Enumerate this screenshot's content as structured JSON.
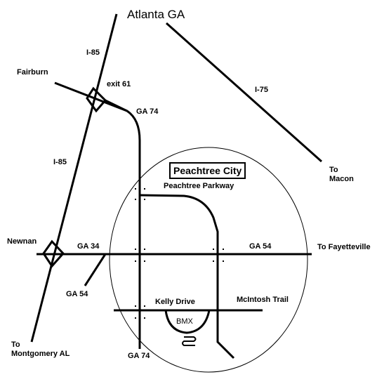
{
  "map": {
    "title": "Atlanta GA",
    "city_label": "Peachtree City",
    "roads": {
      "i85_north": "I-85",
      "i85_south": "I-85",
      "i75": "I-75",
      "ga74_north": "GA 74",
      "ga74_south": "GA 74",
      "ga34": "GA 34",
      "ga54_east": "GA 54",
      "ga54_west": "GA 54",
      "peachtree_parkway": "Peachtree Parkway",
      "kelly_drive": "Kelly Drive",
      "mcintosh_trail": "McIntosh Trail"
    },
    "places": {
      "fairburn": "Fairburn",
      "exit": "exit 61",
      "newnan": "Newnan",
      "bmx": "BMX"
    },
    "destinations": {
      "macon_to": "To",
      "macon": "Macon",
      "fayetteville": "To Fayetteville",
      "montgomery_to": "To",
      "montgomery": "Montgomery AL"
    },
    "colors": {
      "ink": "#000000",
      "background": "#ffffff"
    }
  }
}
